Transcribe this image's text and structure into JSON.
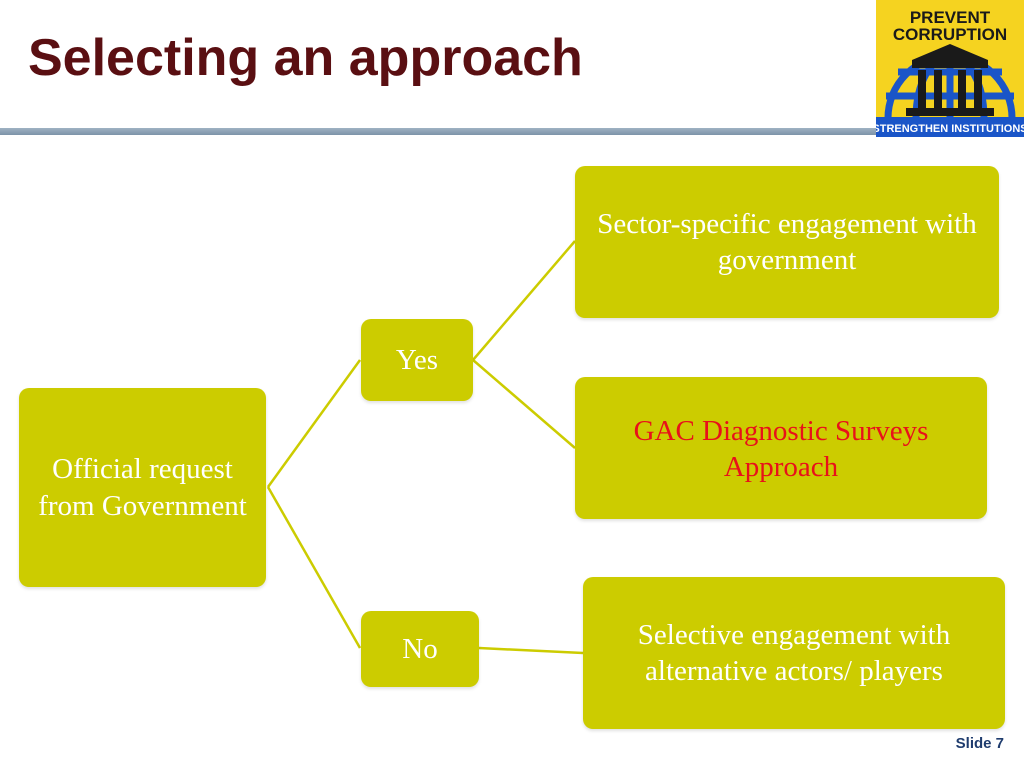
{
  "slide": {
    "title": "Selecting an approach",
    "slide_number": "Slide 7"
  },
  "logo": {
    "top_text_line1": "PREVENT",
    "top_text_line2": "CORRUPTION",
    "bottom_text": "STRENGTHEN INSTITUTIONS",
    "background": "#f5d320",
    "accent": "#1a55c8"
  },
  "diagram": {
    "root": "Official request from Government",
    "yes": "Yes",
    "no": "No",
    "yes_outcome_1": "Sector-specific engagement with government",
    "yes_outcome_2": "GAC Diagnostic Surveys Approach",
    "no_outcome": "Selective engagement with alternative actors/ players",
    "box_color": "#cccc00",
    "highlight_color": "#e8111a"
  }
}
